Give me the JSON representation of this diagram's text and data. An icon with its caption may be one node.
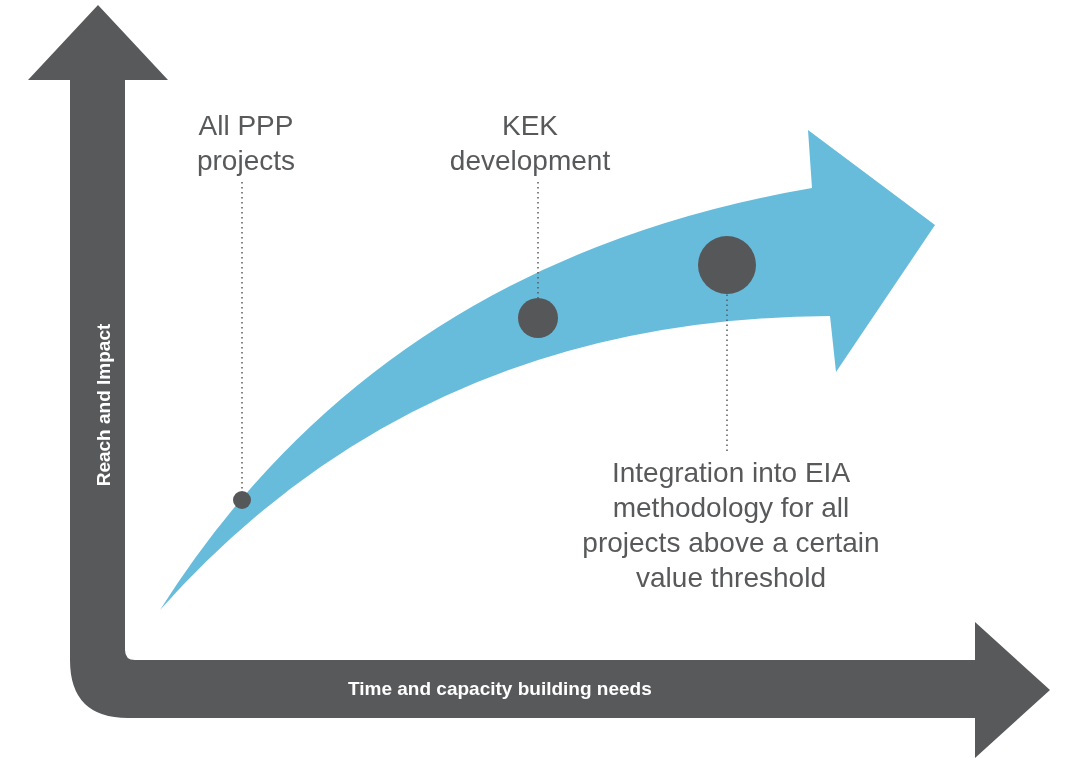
{
  "diagram": {
    "nodes": [
      {
        "text": [
          "All PPP projects"
        ]
      },
      {
        "text": [
          "KEK development"
        ]
      },
      {
        "text": [],
        "shape": "circle"
      },
      {
        "text": [],
        "shape": "circle"
      },
      {
        "text": [],
        "shape": "circle"
      },
      {
        "text": [
          "Integration into EIA methodology for all projects above a certain value threshold"
        ]
      }
    ],
    "edges": [
      {
        "from": 0,
        "to": 2,
        "arrow": "none",
        "style": "dashed"
      },
      {
        "from": 1,
        "to": 3,
        "arrow": "none",
        "style": "dashed"
      },
      {
        "from": 5,
        "to": 4,
        "arrow": "none",
        "style": "dashed"
      }
    ],
    "labels": [
      "Reach and Impact",
      "Time and capacity building needs"
    ]
  }
}
